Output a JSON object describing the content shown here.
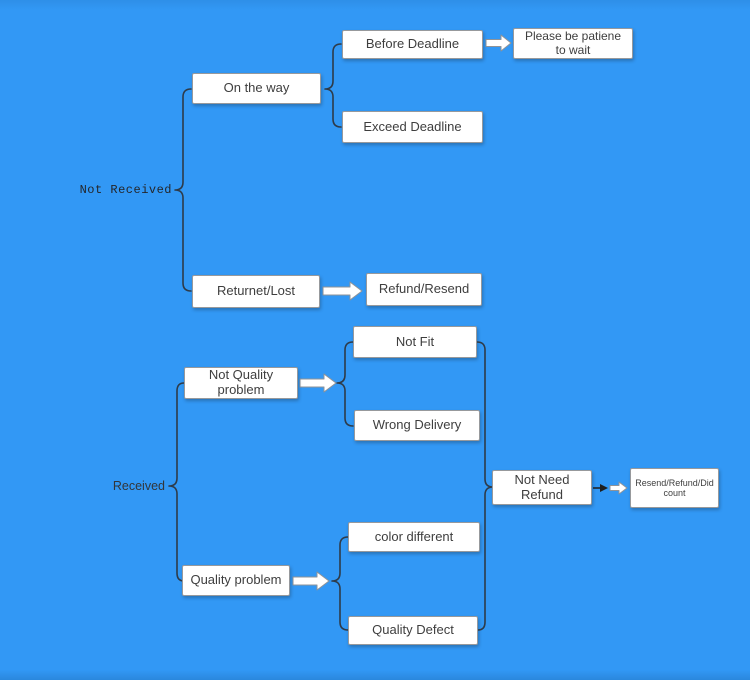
{
  "canvas": {
    "background_color": "#3298f5",
    "box_fill_color": "#ffffff",
    "box_border_color": "#97999c",
    "box_text_color": "#3e3e3e",
    "connector_color": "#2e3b49",
    "block_arrow_fill": "#ffffff",
    "block_arrow_outline": "#8f9398"
  },
  "labels": {
    "not_received": "Not Received",
    "received": "Received"
  },
  "nodes": {
    "on_the_way": "On the way",
    "before_deadline": "Before Deadline",
    "please_wait": "Please be patiene to wait",
    "exceed_deadline": "Exceed Deadline",
    "returnet_lost": "Returnet/Lost",
    "refund_resend": "Refund/Resend",
    "not_quality_problem": "Not Quality problem",
    "not_fit": "Not Fit",
    "wrong_delivery": "Wrong Delivery",
    "quality_problem": "Quality problem",
    "color_different": "color different",
    "quality_defect": "Quality Defect",
    "not_need_refund": "Not Need Refund",
    "resend_refund_did_count": "Resend/Refund/Did count"
  }
}
